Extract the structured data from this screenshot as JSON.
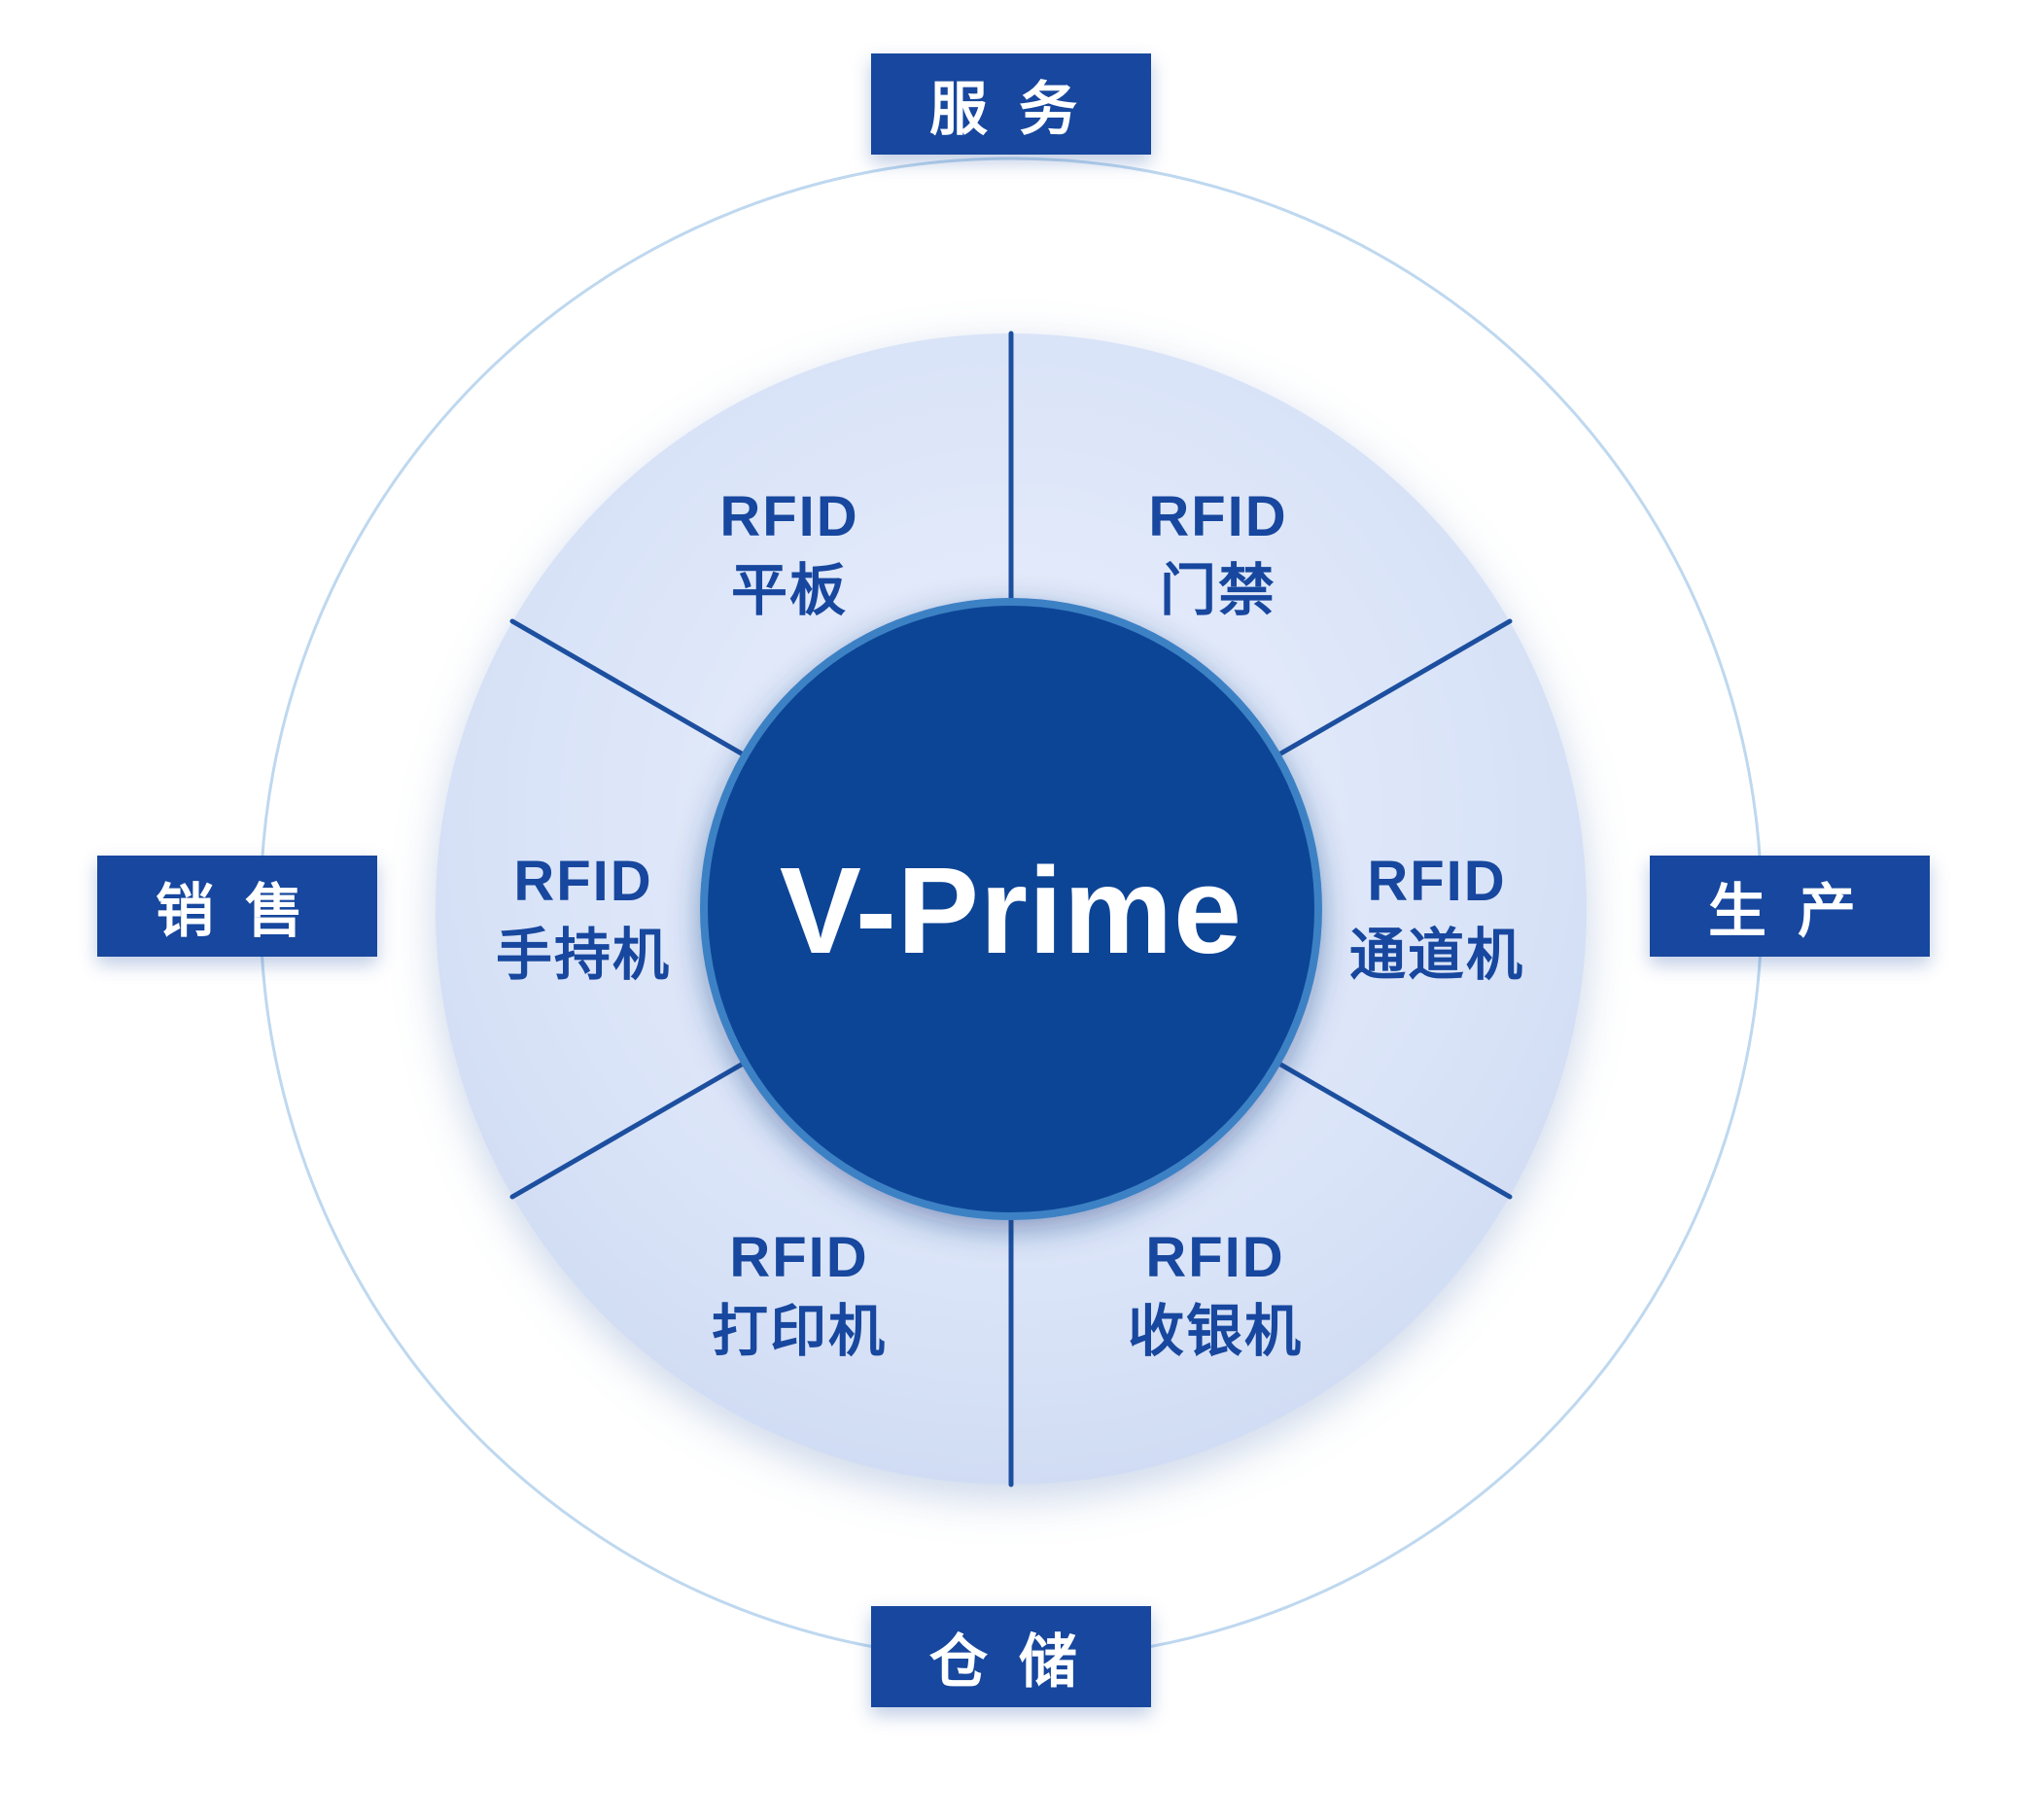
{
  "diagram": {
    "center": {
      "label": "V-Prime"
    },
    "segments": [
      {
        "line1": "RFID",
        "line2": "平板"
      },
      {
        "line1": "RFID",
        "line2": "门禁"
      },
      {
        "line1": "RFID",
        "line2": "通道机"
      },
      {
        "line1": "RFID",
        "line2": "收银机"
      },
      {
        "line1": "RFID",
        "line2": "打印机"
      },
      {
        "line1": "RFID",
        "line2": "手持机"
      }
    ],
    "edge_labels": {
      "top": "服务",
      "right": "生产",
      "bottom": "仓储",
      "left": "销售"
    },
    "colors": {
      "dark_blue_box": "#17479e",
      "center_circle_fill": "#0c4496",
      "center_circle_border": "#3e81c5",
      "ring_fill": "#dae4f8",
      "outer_circle_stroke": "#bed8ef",
      "divider_line": "#1d4f9f",
      "segment_label_text": "#17479e",
      "center_label_text": "#ffffff"
    }
  }
}
